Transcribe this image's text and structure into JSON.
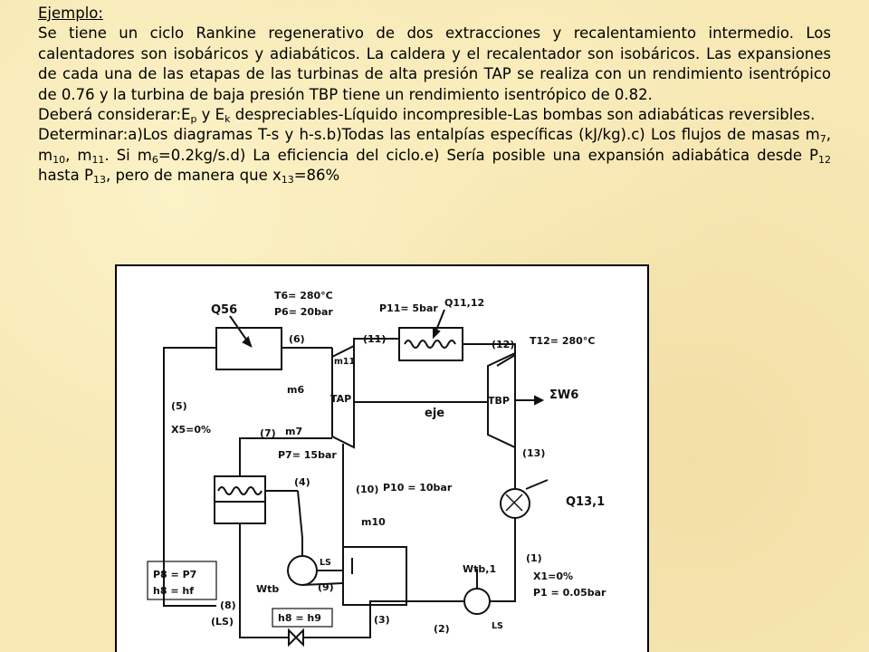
{
  "title": "Ejemplo:",
  "paragraph1": "Se tiene un ciclo Rankine regenerativo de dos extracciones y recalentamiento intermedio. Los calentadores son isobáricos y adiabáticos. La caldera y el recalentador son isobáricos. Las expansiones de cada una de las etapas de las turbinas de alta presión TAP se realiza con un rendimiento isentrópico de 0.76 y la turbina de baja presión TBP tiene un rendimiento isentrópico de 0.82.",
  "paragraph2": {
    "before_ep": "Deberá considerar:E",
    "ep_sub": "p",
    "between": " y E",
    "ek_sub": "k",
    "after": " despreciables-Líquido incompresible-Las bombas son adiabáticas reversibles."
  },
  "paragraph3": {
    "p1": "Determinar:a)Los diagramas T-s y h-s.b)Todas las entalpías específicas (kJ/kg).c) Los flujos de masas m",
    "s1": "7",
    "p2": ", m",
    "s2": "10",
    "p3": ", m",
    "s3": "11",
    "p4": ". Si m",
    "s4": "6",
    "p5": "=0.2kg/s.d) La eficiencia del ciclo.e) Sería posible una expansión adiabática desde P",
    "s5": "12",
    "p6": " hasta P",
    "s6": "13",
    "p7": ", pero de manera que x",
    "s7": "13",
    "p8": "=86%"
  },
  "diagram": {
    "q56": "Q56",
    "t6": "T6= 280°C",
    "p6": "P6= 20bar",
    "s6": "(6)",
    "s11": "(11)",
    "m11": "m11",
    "p11": "P11= 5bar",
    "q1112": "Q11,12",
    "s12": "(12)",
    "t12": "T12= 280°C",
    "m6": "m6",
    "tap": "TAP",
    "tbp": "TBP",
    "eje": "eje",
    "sumw": "ΣW6",
    "s5": "(5)",
    "x5": "X5=0%",
    "s7": "(7)",
    "m7": "m7",
    "p7": "P7= 15bar",
    "s13": "(13)",
    "s4": "(4)",
    "s10": "(10)",
    "p10": "P10 = 10bar",
    "q131": "Q13,1",
    "m10": "m10",
    "ls1": "LS",
    "wtb1": "Wtb,1",
    "s1": "(1)",
    "x1": "X1=0%",
    "p1": "P1 = 0.05bar",
    "p8": "P8 = P7",
    "h8": "h8 = hf",
    "wtb": "Wtb",
    "s9": "(9)",
    "s8": "(8)",
    "ls8": "(LS)",
    "h8h9": "h8 = h9",
    "s3": "(3)",
    "s2": "(2)",
    "ls2": "LS"
  }
}
